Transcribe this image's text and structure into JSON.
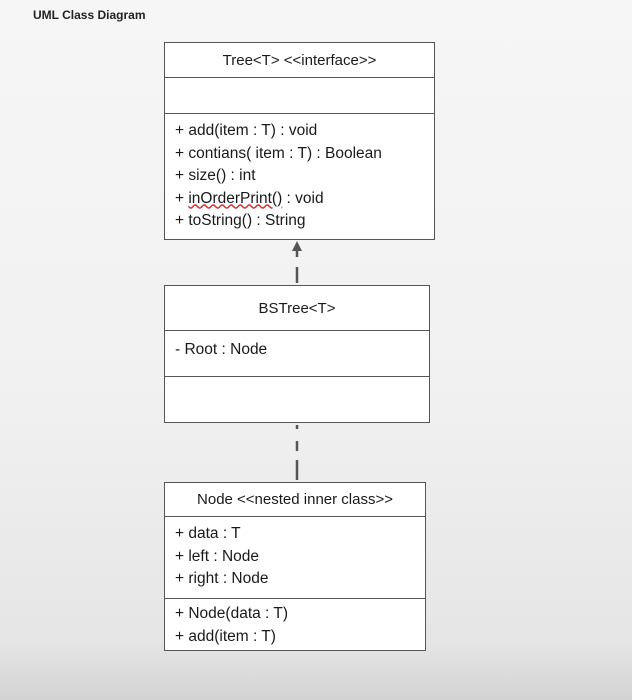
{
  "title": "UML Class Diagram",
  "classes": {
    "tree": {
      "name": "Tree<T> <<interface>>",
      "attributes": [],
      "methods": [
        {
          "prefix": "+ ",
          "name": "add(item : T) : void",
          "suffix": ""
        },
        {
          "prefix": "+ ",
          "name": "contians( item : T) : Boolean",
          "suffix": ""
        },
        {
          "prefix": "+ ",
          "name": "size() : int",
          "suffix": ""
        },
        {
          "prefix": "+ ",
          "name": "inOrderPrint()",
          "suffix": " : void"
        },
        {
          "prefix": "+ ",
          "name": "toString() : String",
          "suffix": ""
        }
      ]
    },
    "bstree": {
      "name": "BSTree<T>",
      "attributes": [
        "- Root : Node"
      ],
      "methods": []
    },
    "node": {
      "name": "Node <<nested inner class>>",
      "attributes": [
        "+ data : T",
        "+ left : Node",
        "+ right : Node"
      ],
      "methods": [
        "+ Node(data : T)",
        "+ add(item : T)"
      ]
    }
  }
}
